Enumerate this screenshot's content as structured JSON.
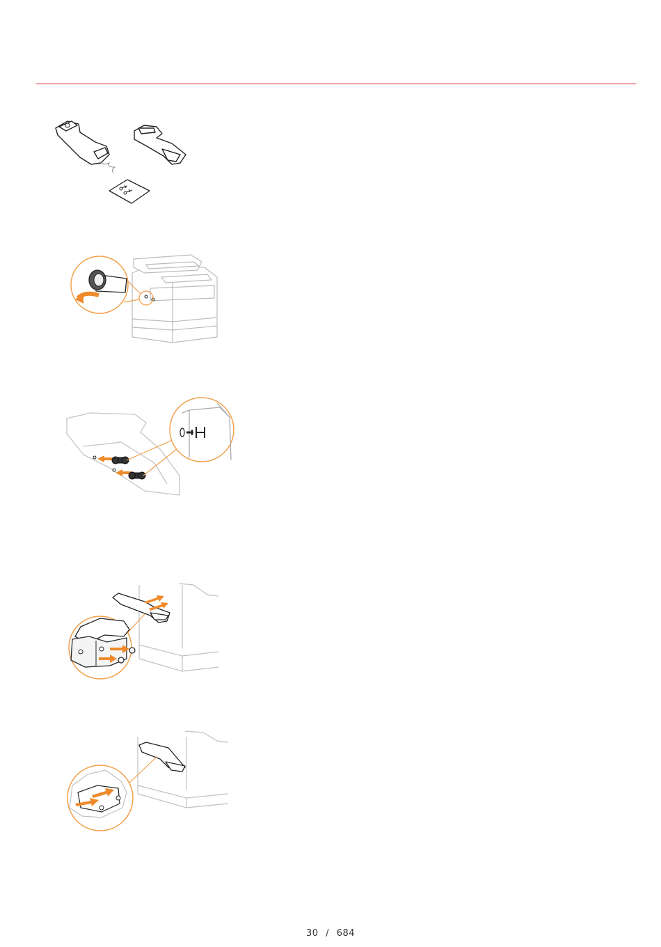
{
  "colors": {
    "rule": "#d0202a",
    "accent": "#f0a04b",
    "arrow": "#ee8a2b",
    "line": "#b8b8b8",
    "ink": "#222222"
  },
  "illustrations": [
    {
      "name": "handset-kit-contents",
      "icon": "handset-kit-icon"
    },
    {
      "name": "remove-screw-covers",
      "icon": "screw-cover-icon"
    },
    {
      "name": "insert-screws-into-holder",
      "icon": "screw-icon"
    },
    {
      "name": "attach-holder-to-machine",
      "icon": "holder-attach-icon"
    },
    {
      "name": "attach-holder-alternate",
      "icon": "holder-attach-icon"
    }
  ],
  "footer": {
    "current_page": "30",
    "separator": "/",
    "total_pages": "684"
  }
}
